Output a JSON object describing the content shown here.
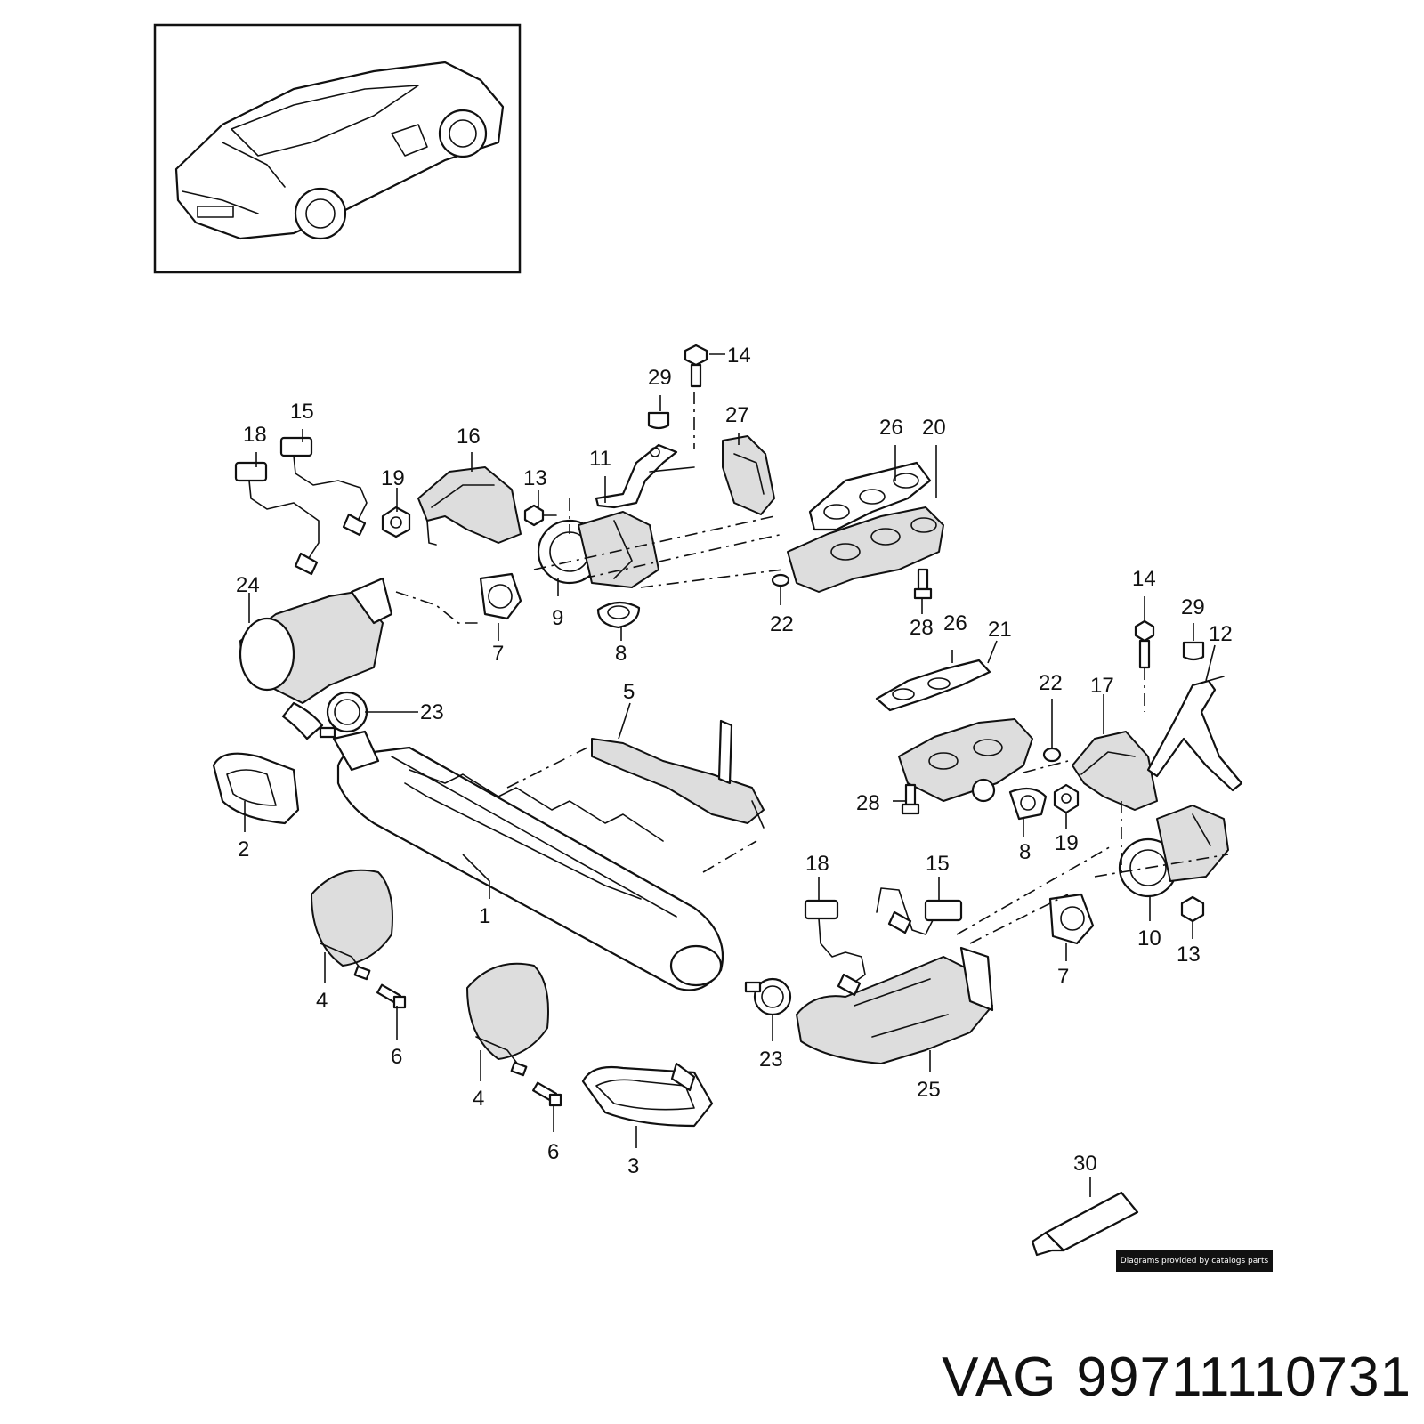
{
  "footer": {
    "brand": "VAG",
    "part_number": "99711110731",
    "credit": "Diagrams provided by catalogs parts"
  },
  "callouts": {
    "c1": "1",
    "c2": "2",
    "c3": "3",
    "c4a": "4",
    "c4b": "4",
    "c5": "5",
    "c6a": "6",
    "c6b": "6",
    "c7a": "7",
    "c7b": "7",
    "c8a": "8",
    "c8b": "8",
    "c9": "9",
    "c10": "10",
    "c11": "11",
    "c12": "12",
    "c13a": "13",
    "c13b": "13",
    "c14a": "14",
    "c14b": "14",
    "c15a": "15",
    "c15b": "15",
    "c16": "16",
    "c17": "17",
    "c18a": "18",
    "c18b": "18",
    "c19a": "19",
    "c19b": "19",
    "c20": "20",
    "c21": "21",
    "c22a": "22",
    "c22b": "22",
    "c23a": "23",
    "c23b": "23",
    "c24": "24",
    "c25": "25",
    "c26a": "26",
    "c26b": "26",
    "c27": "27",
    "c28a": "28",
    "c28b": "28",
    "c29a": "29",
    "c29b": "29",
    "c30": "30"
  }
}
